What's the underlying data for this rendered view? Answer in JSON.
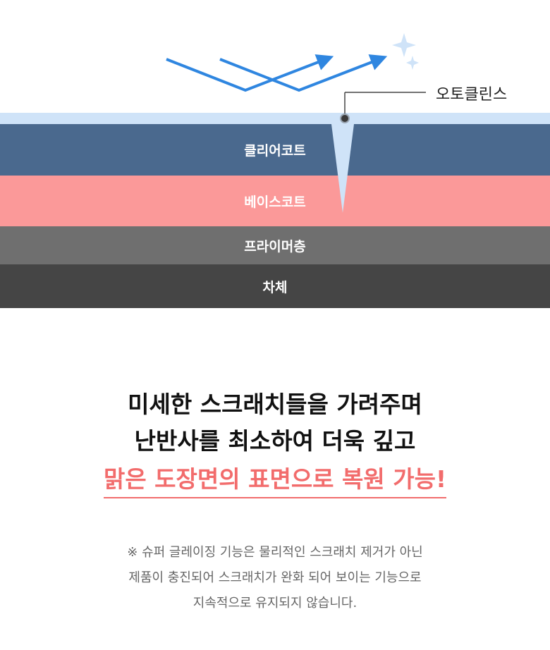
{
  "diagram": {
    "callout_label": "오토클린스",
    "layers": [
      {
        "label": ""
      },
      {
        "label": "클리어코트"
      },
      {
        "label": "베이스코트"
      },
      {
        "label": "프라이머층"
      },
      {
        "label": "차체"
      }
    ],
    "icons": [
      "reflection-arrow-icon",
      "sparkle-icon",
      "scratch-icon",
      "callout-dot-icon"
    ],
    "colors": {
      "film": "#cfe3f8",
      "clear_coat": "#4a698e",
      "base_coat": "#fb9999",
      "primer": "#6f6f6f",
      "body": "#454545",
      "arrow": "#2f86e0",
      "accent": "#f26c6c"
    }
  },
  "headline": {
    "line1": "미세한 스크래치들을 가려주며",
    "line2": "난반사를 최소하여 더욱 깊고",
    "line3": "맑은 도장면의 표면으로 복원 가능!"
  },
  "note": {
    "line1": "※ 슈퍼 글레이징 기능은 물리적인 스크래치 제거가 아닌",
    "line2": "제품이 충진되어 스크래치가 완화 되어 보이는 기능으로",
    "line3": "지속적으로 유지되지 않습니다."
  }
}
